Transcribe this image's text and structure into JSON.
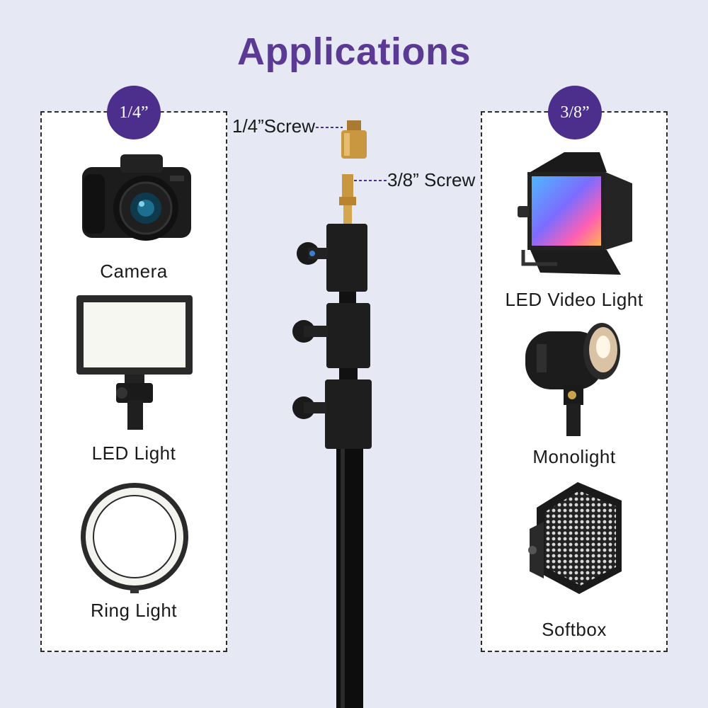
{
  "title": "Applications",
  "accent_color": "#5b3a93",
  "badge_color": "#4c2e8c",
  "left_panel": {
    "badge": "1/4”",
    "items": [
      {
        "label": "Camera",
        "icon": "camera-icon"
      },
      {
        "label": "LED Light",
        "icon": "led-panel-icon"
      },
      {
        "label": "Ring Light",
        "icon": "ring-light-icon"
      }
    ]
  },
  "right_panel": {
    "badge": "3/8”",
    "items": [
      {
        "label": "LED Video Light",
        "icon": "led-video-light-icon"
      },
      {
        "label": "Monolight",
        "icon": "monolight-icon"
      },
      {
        "label": "Softbox",
        "icon": "softbox-icon"
      }
    ]
  },
  "center": {
    "screw_quarter_label": "1/4”Screw",
    "screw_three_eighths_label": "3/8” Screw",
    "stand_icon": "light-stand-icon"
  }
}
